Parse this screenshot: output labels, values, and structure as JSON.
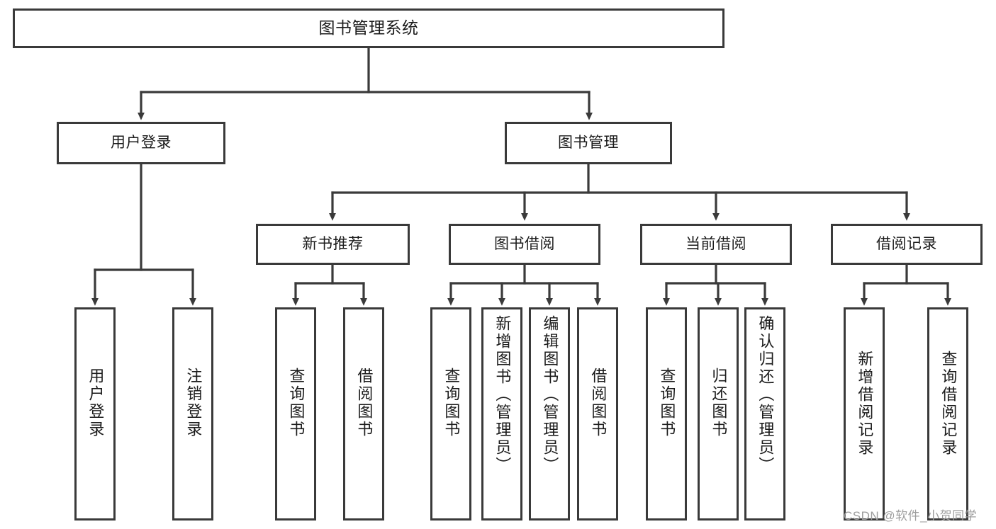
{
  "diagram": {
    "type": "tree",
    "title": "图书管理系统",
    "root": {
      "label": "图书管理系统"
    },
    "level2": [
      {
        "label": "用户登录"
      },
      {
        "label": "图书管理"
      }
    ],
    "level3": [
      {
        "label": "新书推荐"
      },
      {
        "label": "图书借阅"
      },
      {
        "label": "当前借阅"
      },
      {
        "label": "借阅记录"
      }
    ],
    "leaves": [
      {
        "label": "用户登录",
        "parent": "用户登录"
      },
      {
        "label": "注销登录",
        "parent": "用户登录"
      },
      {
        "label": "查询图书",
        "parent": "新书推荐"
      },
      {
        "label": "借阅图书",
        "parent": "新书推荐"
      },
      {
        "label": "查询图书",
        "parent": "图书借阅"
      },
      {
        "label": "新增图书（管理员）",
        "parent": "图书借阅"
      },
      {
        "label": "编辑图书（管理员）",
        "parent": "图书借阅"
      },
      {
        "label": "借阅图书",
        "parent": "图书借阅"
      },
      {
        "label": "查询图书",
        "parent": "当前借阅"
      },
      {
        "label": "归还图书",
        "parent": "当前借阅"
      },
      {
        "label": "确认归还（管理员）",
        "parent": "当前借阅"
      },
      {
        "label": "新增借阅记录",
        "parent": "借阅记录"
      },
      {
        "label": "查询借阅记录",
        "parent": "借阅记录"
      }
    ],
    "colors": {
      "box_border": "#3a3a3a",
      "box_fill": "#ffffff",
      "connector": "#3a3a3a",
      "text": "#1b1b1b",
      "watermark": "#9d9d9d"
    }
  },
  "watermark": {
    "text": "CSDN @软件_小贺同学"
  }
}
